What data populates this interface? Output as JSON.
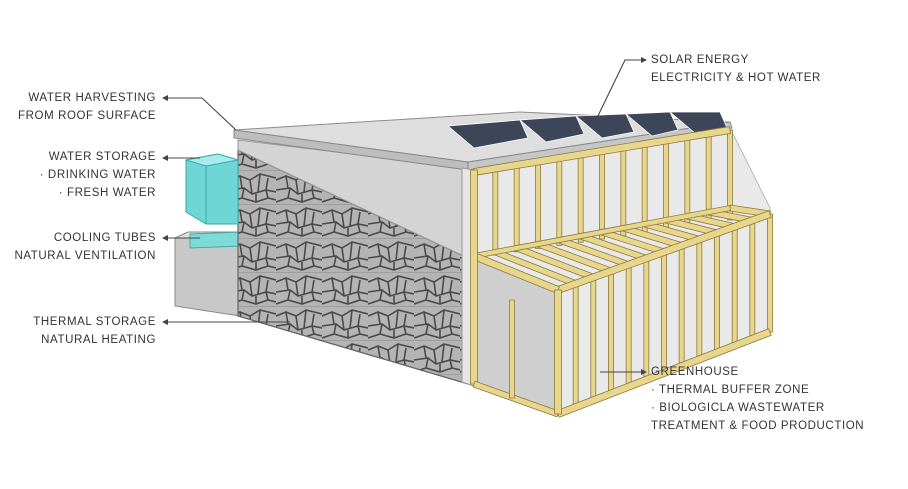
{
  "labels": {
    "water_harvesting": [
      "WATER HARVESTING",
      "FROM ROOF SURFACE"
    ],
    "water_storage": [
      "WATER STORAGE",
      "· DRINKING WATER",
      "· FRESH WATER"
    ],
    "cooling_tubes": [
      "COOLING TUBES",
      "NATURAL VENTILATION"
    ],
    "thermal_storage": [
      "THERMAL STORAGE",
      "NATURAL HEATING"
    ],
    "solar_energy": [
      "SOLAR ENERGY",
      "ELECTRICITY & HOT WATER"
    ],
    "greenhouse": [
      "GREENHOUSE",
      "· THERMAL BUFFER ZONE",
      "· BIOLOGICLA WASTEWATER",
      "TREATMENT & FOOD PRODUCTION"
    ]
  },
  "colors": {
    "timber": "#e8d68c",
    "timber_edge": "#8a7a3e",
    "stone": "#a8a8a8",
    "stone_line": "#4a4a4a",
    "concrete": "#cfcfcf",
    "roof": "#dcdcdc",
    "water_tank": "#6fd6d6",
    "solar_panel": "#3c4658",
    "leader": "#444444"
  }
}
